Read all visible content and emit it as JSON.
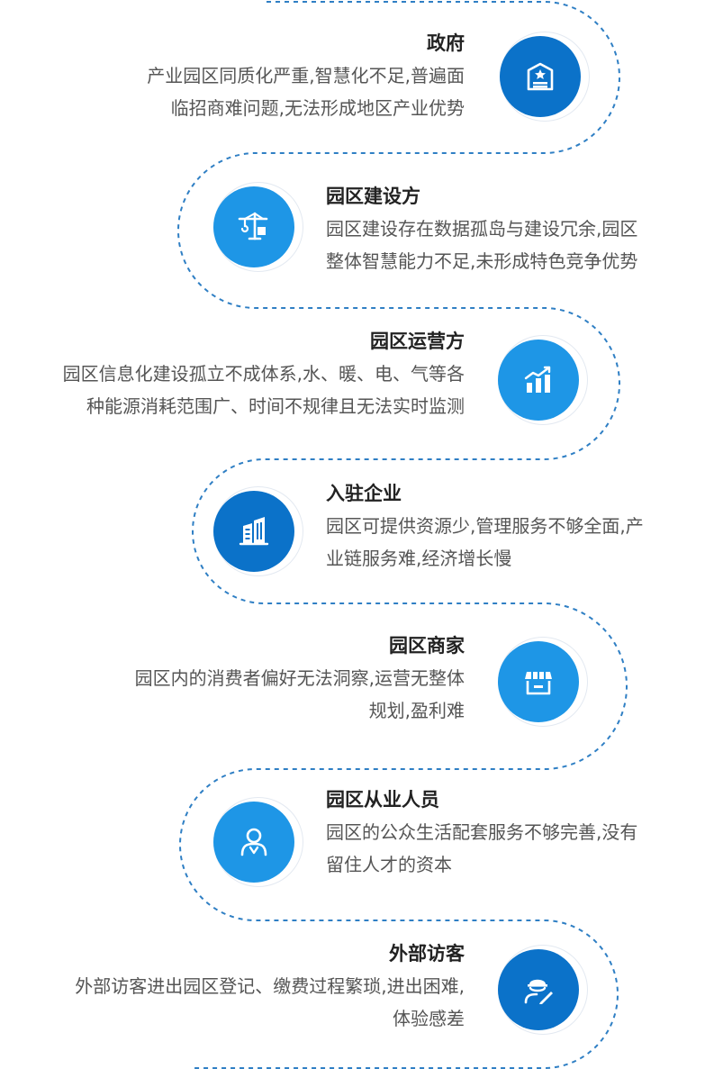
{
  "colors": {
    "circle_dark": "#0b72c9",
    "circle_light": "#1e96e6",
    "path": "#2f7fc4"
  },
  "items": [
    {
      "title": "政府",
      "lines": [
        "产业园区同质化严重,智慧化不足,普遍面",
        "临招商难问题,无法形成地区产业优势"
      ],
      "icon": "government-building-icon"
    },
    {
      "title": "园区建设方",
      "lines": [
        "园区建设存在数据孤岛与建设冗余,园区",
        "整体智慧能力不足,未形成特色竞争优势"
      ],
      "icon": "crane-icon"
    },
    {
      "title": "园区运营方",
      "lines": [
        "园区信息化建设孤立不成体系,水、暖、电、气等各",
        "种能源消耗范围广、时间不规律且无法实时监测"
      ],
      "icon": "growth-chart-icon"
    },
    {
      "title": "入驻企业",
      "lines": [
        "园区可提供资源少,管理服务不够全面,产",
        "业链服务难,经济增长慢"
      ],
      "icon": "office-buildings-icon"
    },
    {
      "title": "园区商家",
      "lines": [
        "园区内的消费者偏好无法洞察,运营无整体",
        "规划,盈利难"
      ],
      "icon": "storefront-icon"
    },
    {
      "title": "园区从业人员",
      "lines": [
        "园区的公众生活配套服务不够完善,没有",
        "留住人才的资本"
      ],
      "icon": "employee-icon"
    },
    {
      "title": "外部访客",
      "lines": [
        "外部访客进出园区登记、缴费过程繁琐,进出困难,",
        "体验感差"
      ],
      "icon": "visitor-icon"
    }
  ]
}
